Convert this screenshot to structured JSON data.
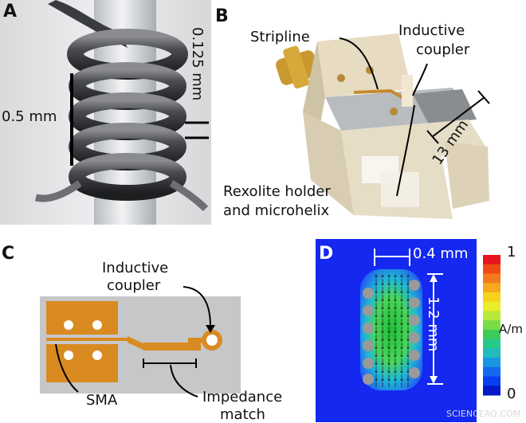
{
  "panels": {
    "a": {
      "label": "A",
      "scale_long": "0.5 mm",
      "scale_short": "0.125 mm"
    },
    "b": {
      "label": "B",
      "stripline": "Stripline",
      "coupler_line1": "Inductive",
      "coupler_line2": "coupler",
      "dimension": "13 mm",
      "holder_line1": "Rexolite holder",
      "holder_line2": "and microhelix"
    },
    "c": {
      "label": "C",
      "coupler_line1": "Inductive",
      "coupler_line2": "coupler",
      "sma": "SMA",
      "match_line1": "Impedance",
      "match_line2": "match"
    },
    "d": {
      "label": "D",
      "width_label": "0.4 mm",
      "height_label": "1.2 mm",
      "colorbar": {
        "max_label": "1",
        "min_label": "0",
        "unit": "A/m",
        "colors": [
          "#e8141c",
          "#f04a14",
          "#f47a1c",
          "#f7a81e",
          "#f7d21c",
          "#e8ee28",
          "#b8e83a",
          "#78dc46",
          "#3ccc5a",
          "#28c88a",
          "#20bcbc",
          "#1a96e0",
          "#1468f0",
          "#0a3ef2",
          "#0418c8"
        ]
      }
    }
  },
  "watermark": "SCIENCEAQ.COM"
}
